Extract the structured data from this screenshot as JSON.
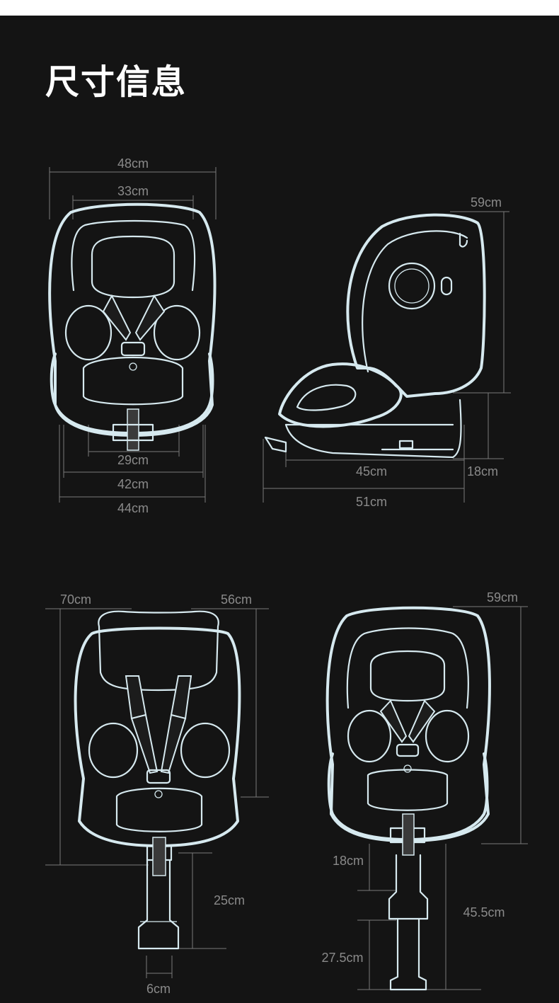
{
  "page": {
    "title": "尺寸信息"
  },
  "colors": {
    "background": "#141414",
    "outline": "#d6e9ef",
    "dimension_text": "#8a8a8a",
    "title": "#ffffff"
  },
  "views": {
    "front": {
      "width_outer": "48cm",
      "width_inner": "33cm",
      "base_narrow": "29cm",
      "base_mid": "42cm",
      "base_wide": "44cm"
    },
    "side": {
      "height": "59cm",
      "base_depth": "45cm",
      "base_height": "18cm",
      "total_depth": "51cm"
    },
    "front_extended": {
      "height_total": "70cm",
      "height_upper": "56cm",
      "leg_length": "25cm",
      "leg_width": "6cm"
    },
    "front_upright": {
      "height": "59cm",
      "leg_upper": "18cm",
      "leg_total": "45.5cm",
      "leg_lower": "27.5cm"
    }
  }
}
